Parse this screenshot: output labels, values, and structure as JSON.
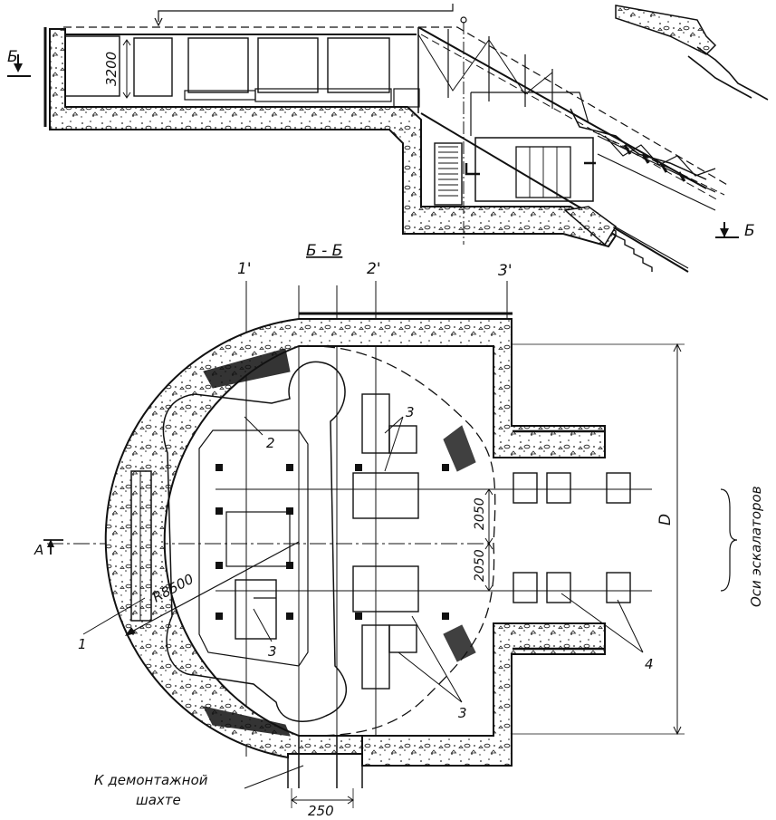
{
  "section_mark": "Б",
  "section_title": "Б - Б",
  "axes": [
    "1'",
    "2'",
    "3'"
  ],
  "section_a_mark": "А",
  "dimensions": {
    "height_top": "3200",
    "spacing_upper": "2050",
    "spacing_lower": "2050",
    "radius": "R8500",
    "opening": "250",
    "overall": "D"
  },
  "callouts": {
    "item1": "1",
    "item2": "2",
    "item3_top": "3",
    "item3_left": "3",
    "item3_bottom": "3",
    "item4": "4"
  },
  "notes": {
    "escalator_axes": "Оси эскалаторов",
    "to_shaft_line1": "К демонтажной",
    "to_shaft_line2": "шахте"
  }
}
